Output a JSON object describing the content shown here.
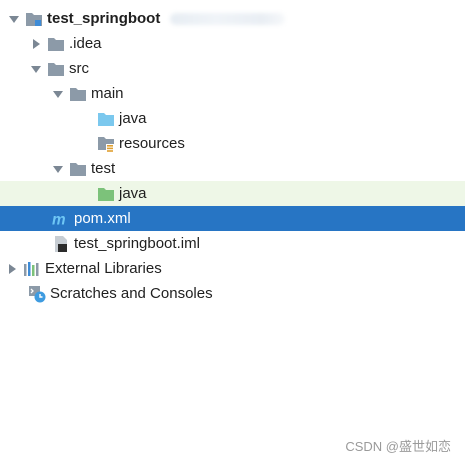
{
  "tree": {
    "project": {
      "label": "test_springboot",
      "icon": "module-folder-icon"
    },
    "idea": {
      "label": ".idea",
      "icon": "folder-icon"
    },
    "src": {
      "label": "src",
      "icon": "folder-icon"
    },
    "main": {
      "label": "main",
      "icon": "folder-icon"
    },
    "main_java": {
      "label": "java",
      "icon": "source-root-folder-icon"
    },
    "resources": {
      "label": "resources",
      "icon": "resources-folder-icon"
    },
    "test": {
      "label": "test",
      "icon": "folder-icon"
    },
    "test_java": {
      "label": "java",
      "icon": "test-root-folder-icon"
    },
    "pom": {
      "label": "pom.xml",
      "icon": "maven-icon"
    },
    "iml": {
      "label": "test_springboot.iml",
      "icon": "iml-file-icon"
    },
    "external": {
      "label": "External Libraries",
      "icon": "libraries-icon"
    },
    "scratches": {
      "label": "Scratches and Consoles",
      "icon": "scratches-icon"
    }
  },
  "colors": {
    "selection": "#2775c4",
    "current_row": "#eef7e7",
    "folder": "#8c9aa8",
    "source_folder": "#7bc8ee",
    "test_folder": "#7cc27a"
  },
  "watermark": "CSDN @盛世如恋"
}
